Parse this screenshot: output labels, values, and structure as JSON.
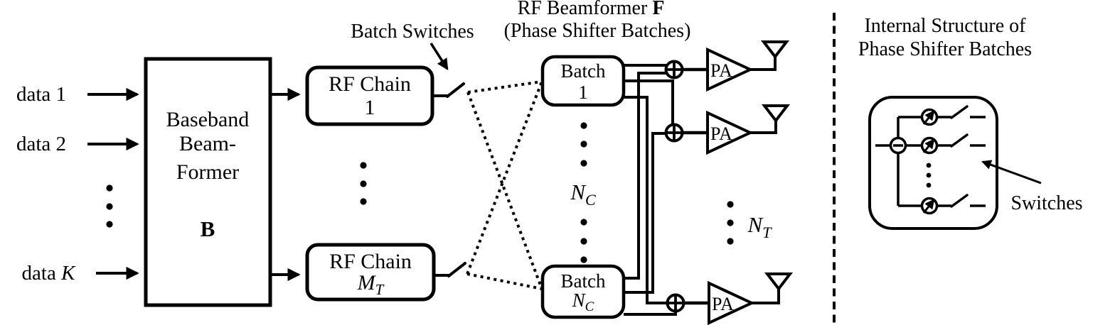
{
  "figure": {
    "inputs": {
      "data1": "data 1",
      "data2": "data 2",
      "dataK_prefix": "data ",
      "dataK_var": "K"
    },
    "baseband": {
      "line1": "Baseband",
      "line2": "Beam-",
      "line3": "Former",
      "matrix": "B"
    },
    "rf_chain_1": {
      "line1": "RF Chain",
      "line2": "1"
    },
    "rf_chain_mt": {
      "line1": "RF Chain",
      "var": "M",
      "sub": "T"
    },
    "batch_switches_label": "Batch Switches",
    "rf_beamformer": {
      "title_main": "RF Beamformer ",
      "title_bold": "F",
      "subtitle": "(Phase Shifter Batches)"
    },
    "batch_1": {
      "line1": "Batch",
      "line2": "1"
    },
    "batch_nc": {
      "line1": "Batch",
      "var": "N",
      "sub": "C"
    },
    "nc_label": {
      "var": "N",
      "sub": "C"
    },
    "nt_label": {
      "var": "N",
      "sub": "T"
    },
    "pa_label": "PA",
    "internal_panel": {
      "title_line1": "Internal Structure of",
      "title_line2": "Phase Shifter Batches",
      "switches_label": "Switches"
    }
  },
  "colors": {
    "ink": "#000000",
    "background": "#ffffff"
  }
}
